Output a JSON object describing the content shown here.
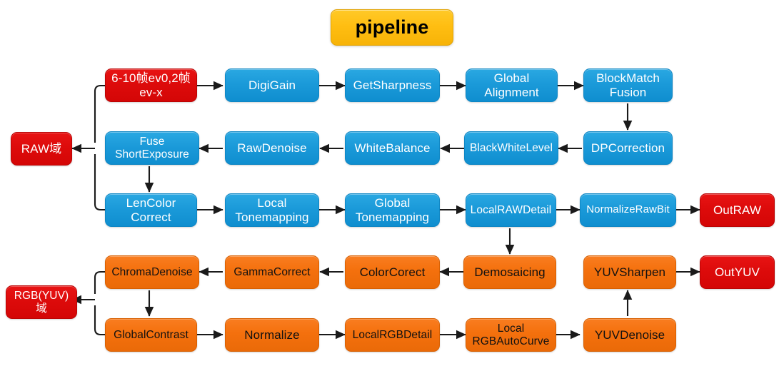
{
  "diagram": {
    "title": "pipeline",
    "colors": {
      "blue": "#1b9ad9",
      "orange": "#f4700d",
      "red": "#dd0b0b",
      "yellow": "#ffbe12",
      "arrow": "#1a1a1a",
      "background": "#ffffff"
    },
    "stage_labels": {
      "raw": "RAW域",
      "rgb_yuv": "RGB(YUV)\n域"
    },
    "rows": {
      "row1": [
        {
          "id": "frames",
          "label": "6-10帧ev0,2帧\nev-x",
          "color": "red"
        },
        {
          "id": "digigain",
          "label": "DigiGain",
          "color": "blue"
        },
        {
          "id": "getsharpness",
          "label": "GetSharpness",
          "color": "blue"
        },
        {
          "id": "globalalign",
          "label": "Global\nAlignment",
          "color": "blue"
        },
        {
          "id": "blockmatch",
          "label": "BlockMatch\nFusion",
          "color": "blue"
        }
      ],
      "row2": [
        {
          "id": "fuseshort",
          "label": "Fuse\nShortExposure",
          "color": "blue"
        },
        {
          "id": "rawdenoise",
          "label": "RawDenoise",
          "color": "blue"
        },
        {
          "id": "whitebalance",
          "label": "WhiteBalance",
          "color": "blue"
        },
        {
          "id": "blackwhite",
          "label": "BlackWhiteLevel",
          "color": "blue"
        },
        {
          "id": "dpcorrection",
          "label": "DPCorrection",
          "color": "blue"
        }
      ],
      "row3": [
        {
          "id": "lencolor",
          "label": "LenColor\nCorrect",
          "color": "blue"
        },
        {
          "id": "localtone",
          "label": "Local\nTonemapping",
          "color": "blue"
        },
        {
          "id": "globaltone",
          "label": "Global\nTonemapping",
          "color": "blue"
        },
        {
          "id": "localrawdet",
          "label": "LocalRAWDetail",
          "color": "blue"
        },
        {
          "id": "normrawbit",
          "label": "NormalizeRawBit",
          "color": "blue"
        },
        {
          "id": "outraw",
          "label": "OutRAW",
          "color": "red"
        }
      ],
      "row4": [
        {
          "id": "chromadenoise",
          "label": "ChromaDenoise",
          "color": "orange"
        },
        {
          "id": "gammacorrect",
          "label": "GammaCorrect",
          "color": "orange"
        },
        {
          "id": "colorcorect",
          "label": "ColorCorect",
          "color": "orange"
        },
        {
          "id": "demosaicing",
          "label": "Demosaicing",
          "color": "orange"
        },
        {
          "id": "yuvsharpen",
          "label": "YUVSharpen",
          "color": "orange"
        },
        {
          "id": "outyuv",
          "label": "OutYUV",
          "color": "red"
        }
      ],
      "row5": [
        {
          "id": "globalcontrast",
          "label": "GlobalContrast",
          "color": "orange"
        },
        {
          "id": "normalize",
          "label": "Normalize",
          "color": "orange"
        },
        {
          "id": "localrgbdetail",
          "label": "LocalRGBDetail",
          "color": "orange"
        },
        {
          "id": "localrgbauto",
          "label": "Local\nRGBAutoCurve",
          "color": "orange"
        },
        {
          "id": "yuvdenoise",
          "label": "YUVDenoise",
          "color": "orange"
        }
      ]
    }
  }
}
